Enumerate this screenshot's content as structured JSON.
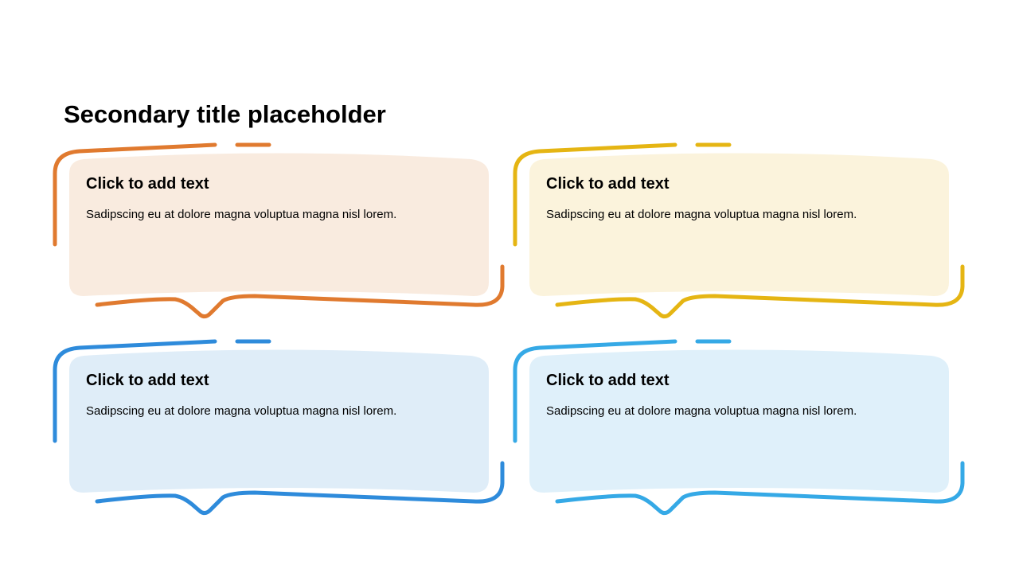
{
  "slide": {
    "title": "Secondary title placeholder"
  },
  "cards": [
    {
      "heading": "Click to add text",
      "body": "Sadipscing eu at dolore magna voluptua magna nisl lorem.",
      "stroke": "#E07A2F",
      "fill": "#F9EBDF"
    },
    {
      "heading": "Click to add text",
      "body": "Sadipscing eu at dolore magna voluptua magna nisl lorem.",
      "stroke": "#E5B513",
      "fill": "#FBF3DC"
    },
    {
      "heading": "Click to add text",
      "body": "Sadipscing eu at dolore magna voluptua magna nisl lorem.",
      "stroke": "#2E8BDB",
      "fill": "#DFEDF8"
    },
    {
      "heading": "Click to add text",
      "body": "Sadipscing eu at dolore magna voluptua magna nisl lorem.",
      "stroke": "#35A9E6",
      "fill": "#DFF0FA"
    }
  ]
}
